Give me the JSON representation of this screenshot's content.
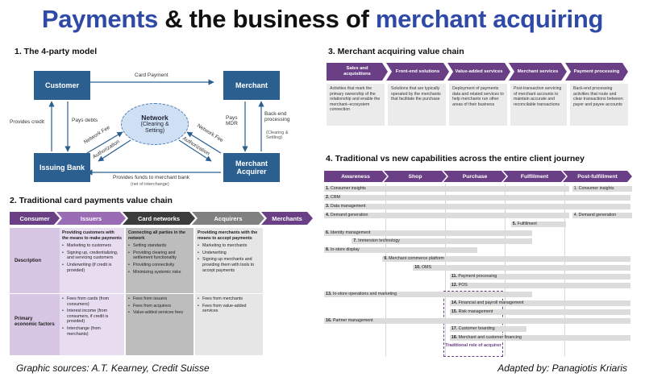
{
  "title": {
    "part1": "Payments",
    "part2": " & the business of ",
    "part3": "merchant acquiring"
  },
  "section1": {
    "title": "1. The 4-party model",
    "customer": "Customer",
    "merchant": "Merchant",
    "issuing_bank": "Issuing Bank",
    "merchant_acquirer": "Merchant Acquirer",
    "network_title": "Network",
    "network_sub": "(Clearing & Setting)",
    "card_payment": "Card Payment",
    "provides_credit": "Provides credit",
    "pays_debts": "Pays debts",
    "pays_mdr": "Pays MDR",
    "back_end": "Back-end processing",
    "clearing_settling": "(Clearing & Settling)",
    "network_fee_left": "Network Fee",
    "authorization_left": "Authorization",
    "network_fee_right": "Network Fee",
    "authorization_right": "Authorization",
    "provides_funds": "Provides funds to merchant bank",
    "net_interchange": "(net of interchange)"
  },
  "section2": {
    "title": "2. Traditional card payments value chain",
    "chevrons": [
      {
        "label": "Consumer",
        "color": "#6a3f86"
      },
      {
        "label": "Issuers",
        "color": "#9a6cb6"
      },
      {
        "label": "Card networks",
        "color": "#3c3c3c"
      },
      {
        "label": "Acquirers",
        "color": "#808080"
      },
      {
        "label": "Merchants",
        "color": "#6a3f86"
      }
    ],
    "row_description": "Description",
    "row_economic": "Primary economic factors",
    "issuers_desc_hdr": "Providing customers with the means to make payments",
    "issuers_desc": [
      "Marketing to customers",
      "Signing up, credentializing, and servicing customers",
      "Underwriting (if credit is provided)"
    ],
    "issuers_econ": [
      "Fees from cards (from consumers)",
      "Interest income (from consumers, if credit is provided)",
      "Interchange (from merchants)"
    ],
    "networks_desc_hdr": "Connecting all parties in the network",
    "networks_desc": [
      "Setting standards",
      "Providing clearing and settlement functionality",
      "Providing connectivity",
      "Minimizing systemic risks"
    ],
    "networks_econ": [
      "Fees from issuers",
      "Fees from acquirers",
      "Value-added services fees"
    ],
    "acquirers_desc_hdr": "Providing merchants with the means to accept payments",
    "acquirers_desc": [
      "Marketing to merchants",
      "Underwriting",
      "Signing up merchants and providing them with tools to accept payments"
    ],
    "acquirers_econ": [
      "Fees from merchants",
      "Fees from value-added services"
    ]
  },
  "section3": {
    "title": "3. Merchant acquiring value chain",
    "steps": [
      {
        "label": "Sales and acquisitions",
        "desc": "Activities that mark the primary ownership of the relationship and enable the merchant–ecosystem connection"
      },
      {
        "label": "Front-end solutions",
        "desc": "Solutions that are typically operated by the merchants that facilitate the purchase"
      },
      {
        "label": "Value-added services",
        "desc": "Deployment of payments data and related services to help merchants run other areas of their business"
      },
      {
        "label": "Merchant services",
        "desc": "Post-transaction servicing of merchant accounts to maintain accurate and reconcilable transactions"
      },
      {
        "label": "Payment processing",
        "desc": "Back-end processing activities that route and clear transactions between payer and payee accounts"
      }
    ]
  },
  "section4": {
    "title": "4. Traditional vs new capabilities across the entire client journey",
    "stages": [
      "Awareness",
      "Shop",
      "Purchase",
      "Fulfillment",
      "Post-fulfillment"
    ],
    "rows": [
      {
        "num": "1.",
        "label": "Consumer insights",
        "start": 0,
        "end": 4,
        "label2": "1. Consumer insights"
      },
      {
        "num": "2.",
        "label": "CRM",
        "start": 0,
        "end": 5
      },
      {
        "num": "3.",
        "label": "Data management",
        "start": 0,
        "end": 5
      },
      {
        "num": "4.",
        "label": "Demand generation",
        "start": 0,
        "end": 4,
        "label2": "4. Demand generation"
      },
      {
        "num": "5.",
        "label": "Fulfillment",
        "start": 3.05,
        "end": 3.95
      },
      {
        "num": "6.",
        "label": "Identity management",
        "start": 0,
        "end": 3.4
      },
      {
        "num": "7.",
        "label": "Immersion technology",
        "start": 0.45,
        "end": 3.4
      },
      {
        "num": "8.",
        "label": "In-store display",
        "start": 0,
        "end": 2.5
      },
      {
        "num": "9.",
        "label": "Merchant commerce platform",
        "start": 0.95,
        "end": 5
      },
      {
        "num": "10.",
        "label": "OMS",
        "start": 1.45,
        "end": 5
      },
      {
        "num": "11.",
        "label": "Payment processing",
        "start": 2.05,
        "end": 5
      },
      {
        "num": "12.",
        "label": "POS",
        "start": 2.05,
        "end": 5
      },
      {
        "num": "13.",
        "label": "In-store operations and marketing",
        "start": 0,
        "end": 3.4
      },
      {
        "num": "14.",
        "label": "Financial and payroll management",
        "start": 2.05,
        "end": 5
      },
      {
        "num": "15.",
        "label": "Risk management",
        "start": 2.05,
        "end": 5
      },
      {
        "num": "16.",
        "label": "Partner management",
        "start": 0,
        "end": 5
      },
      {
        "num": "17.",
        "label": "Customer boarding",
        "start": 2.05,
        "end": 3.3
      },
      {
        "num": "18.",
        "label": "Merchant and customer financing",
        "start": 2.05,
        "end": 5
      }
    ],
    "traditional_role": "Traditional role of acquirer"
  },
  "footer": {
    "sources": "Graphic sources: A.T. Kearney, Credit Suisse",
    "adapted": "Adapted by: Panagiotis Kriaris"
  }
}
